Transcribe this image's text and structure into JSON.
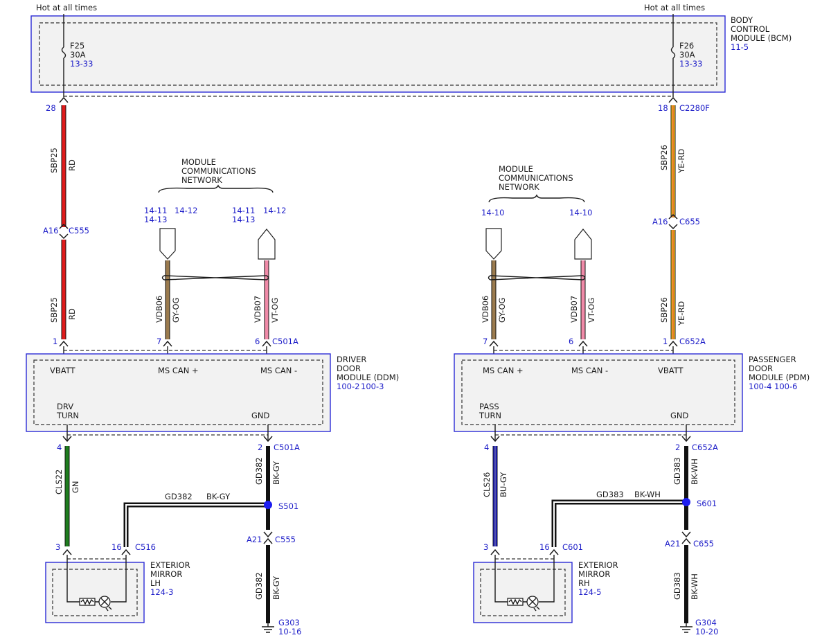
{
  "hot": {
    "left": "Hot at all times",
    "right": "Hot at all times"
  },
  "bcm": {
    "l1": "BODY",
    "l2": "CONTROL",
    "l3": "MODULE (BCM)",
    "ref": "11-5"
  },
  "fuses": {
    "f25": {
      "name": "F25",
      "amp": "30A",
      "ref": "13-33"
    },
    "f26": {
      "name": "F26",
      "amp": "30A",
      "ref": "13-33"
    }
  },
  "pins": {
    "bcm_l": "28",
    "bcm_r": "18",
    "c2280f": "C2280F",
    "a16_l": "A16",
    "c555_l": "C555",
    "a16_r": "A16",
    "c655_r": "C655",
    "ddm1": "1",
    "ddm7": "7",
    "ddm6": "6",
    "c501a": "C501A",
    "pdm7": "7",
    "pdm6": "6",
    "pdm1": "1",
    "c652a": "C652A",
    "ddm4": "4",
    "ddm2": "2",
    "c501a_b": "C501A",
    "pdm4": "4",
    "pdm2": "2",
    "c652a_b": "C652A",
    "s501": "S501",
    "s601": "S601",
    "a21_l": "A21",
    "c555_b": "C555",
    "a21_r": "A21",
    "c655_b": "C655",
    "ml3": "3",
    "ml16": "16",
    "c516": "C516",
    "mr3": "3",
    "mr16": "16",
    "c601": "C601",
    "g303": "G303",
    "g303ref": "10-16",
    "g304": "G304",
    "g304ref": "10-20"
  },
  "wires": {
    "sbp25": "SBP25",
    "rd": "RD",
    "sbp26": "SBP26",
    "yerd": "YE-RD",
    "vdb06": "VDB06",
    "gyog": "GY-OG",
    "vdb07": "VDB07",
    "vtog": "VT-OG",
    "cls22": "CLS22",
    "gn": "GN",
    "cls26": "CLS26",
    "bugy": "BU-GY",
    "gd382": "GD382",
    "bkgy": "BK-GY",
    "gd383": "GD383",
    "bkwh": "BK-WH"
  },
  "mcn": {
    "left": {
      "l1": "MODULE",
      "l2": "COMMUNICATIONS",
      "l3": "NETWORK",
      "refA1": "14-11",
      "refA2": "14-13",
      "refB": "14-12",
      "refC1": "14-11",
      "refC2": "14-13",
      "refD": "14-12"
    },
    "right": {
      "l1": "MODULE",
      "l2": "COMMUNICATIONS",
      "l3": "NETWORK",
      "refA": "14-10",
      "refB": "14-10"
    }
  },
  "ddm": {
    "l1": "DRIVER",
    "l2": "DOOR",
    "l3": "MODULE (DDM)",
    "ref1": "100-2",
    "ref2": "100-3",
    "vbatt": "VBATT",
    "mscanp": "MS CAN +",
    "mscanm": "MS CAN -",
    "drv": "DRV",
    "turn": "TURN",
    "gnd": "GND"
  },
  "pdm": {
    "l1": "PASSENGER",
    "l2": "DOOR",
    "l3": "MODULE (PDM)",
    "ref1": "100-4",
    "ref2": "100-6",
    "mscanp": "MS CAN +",
    "mscanm": "MS CAN -",
    "vbatt": "VBATT",
    "pass": "PASS",
    "turn": "TURN",
    "gnd": "GND"
  },
  "mirror_lh": {
    "l1": "EXTERIOR",
    "l2": "MIRROR",
    "l3": "LH",
    "ref": "124-3"
  },
  "mirror_rh": {
    "l1": "EXTERIOR",
    "l2": "MIRROR",
    "l3": "RH",
    "ref": "124-5"
  },
  "colors": {
    "rd": "#e01b1b",
    "yerd": "#f2c01e",
    "gyog": "#9b7b4e",
    "vtog": "#f08aa8",
    "gn": "#1e7d1e",
    "bugy": "#1c1cc8",
    "bk": "#111111",
    "splice": "#1c1cf0",
    "module_border": "#2a2ad6"
  }
}
